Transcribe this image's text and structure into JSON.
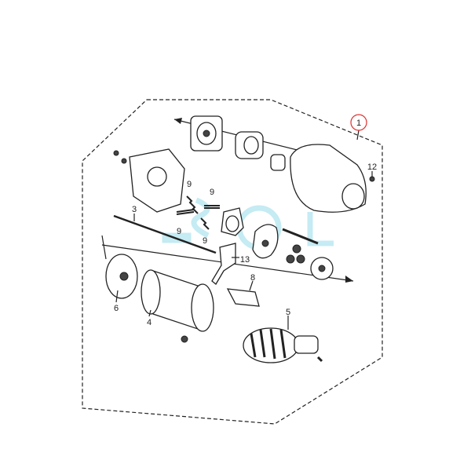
{
  "diagram": {
    "callouts": [
      {
        "id": "callout-1",
        "text": "1",
        "circled": true
      },
      {
        "id": "callout-12",
        "text": "12"
      },
      {
        "id": "callout-9a",
        "text": "9"
      },
      {
        "id": "callout-9b",
        "text": "9"
      },
      {
        "id": "callout-9c",
        "text": "9"
      },
      {
        "id": "callout-9d",
        "text": "9"
      },
      {
        "id": "callout-3",
        "text": "3"
      },
      {
        "id": "callout-13",
        "text": "13"
      },
      {
        "id": "callout-8",
        "text": "8"
      },
      {
        "id": "callout-6",
        "text": "6"
      },
      {
        "id": "callout-4",
        "text": "4"
      },
      {
        "id": "callout-5",
        "text": "5"
      }
    ],
    "watermark": "SOL",
    "colors": {
      "callout_circle": "#e03030",
      "watermark": "#7fd3e6",
      "line": "#222222"
    }
  }
}
